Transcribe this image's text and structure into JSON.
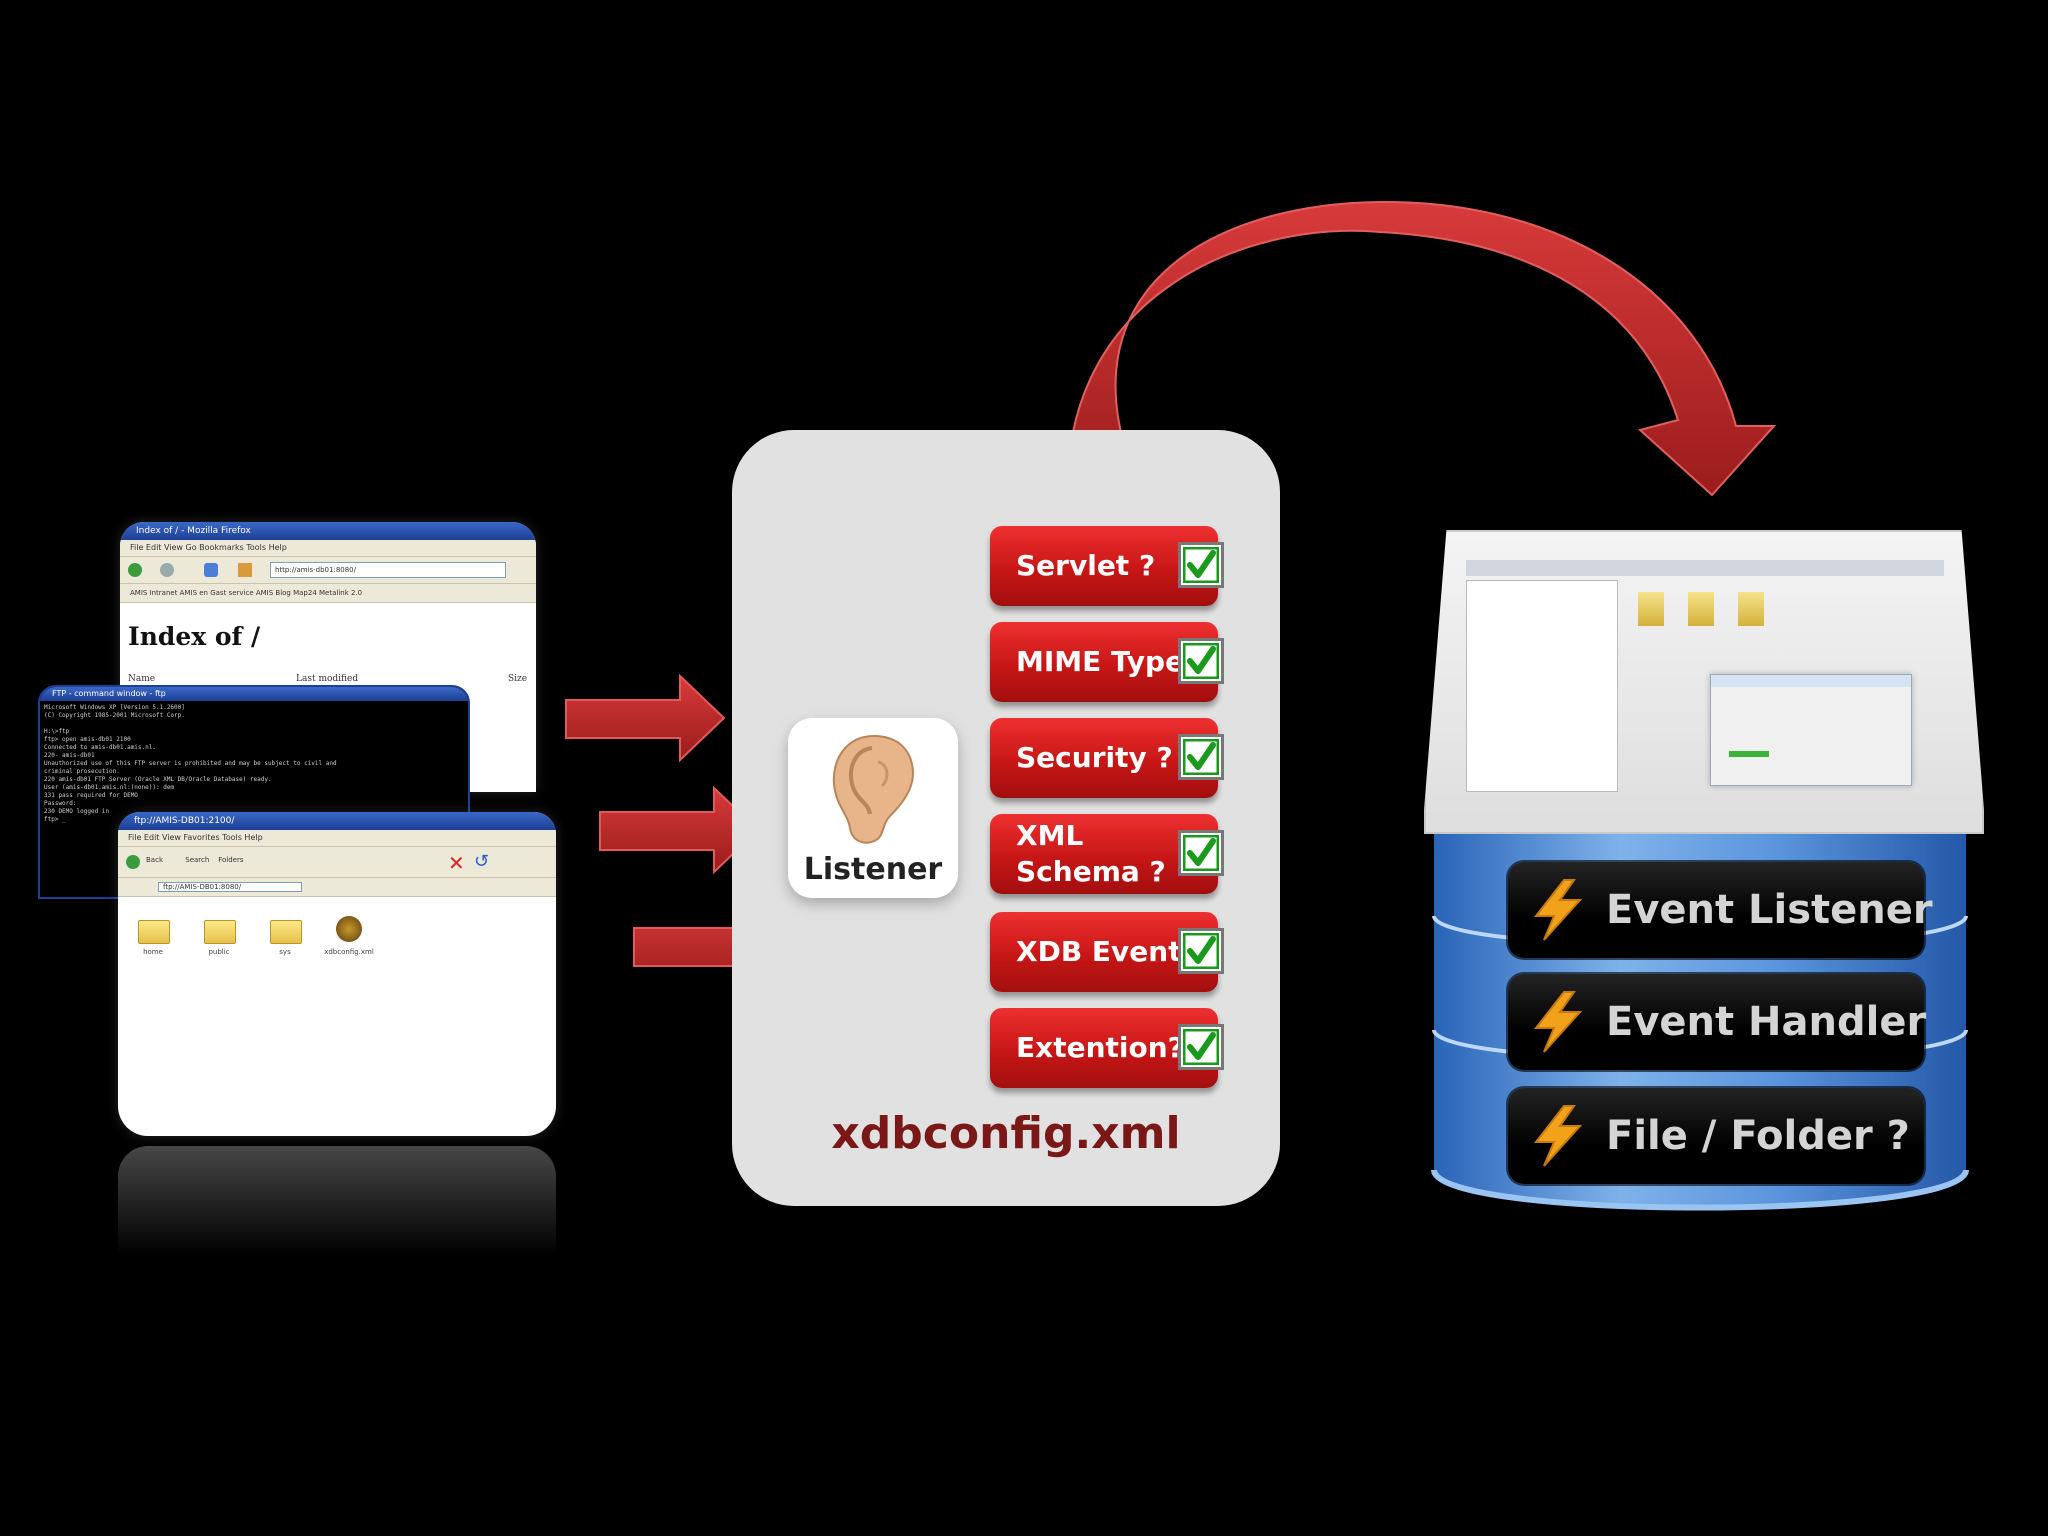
{
  "browser_window": {
    "title": "Index of / - Mozilla Firefox",
    "menu": "File   Edit   View   Go   Bookmarks   Tools   Help",
    "address": "http://amis-db01:8080/",
    "bookmarks": "AMIS Intranet   AMIS en Gast service   AMIS Blog   Map24   Metalink 2.0",
    "page_heading": "Index of /",
    "col_name": "Name",
    "col_modified": "Last modified",
    "col_size": "Size"
  },
  "cmd_window": {
    "title": "FTP - command window - ftp",
    "lines": [
      "Microsoft Windows XP [Version 5.1.2600]",
      "(C) Copyright 1985-2001 Microsoft Corp.",
      "",
      "H:\\>ftp",
      "ftp> open amis-db01 2100",
      "Connected to amis-db01.amis.nl.",
      "220- amis-db01",
      "Unauthorized use of this FTP server is prohibited and may be subject to civil and",
      "criminal prosecution.",
      "220 amis-db01 FTP Server (Oracle XML DB/Oracle Database) ready.",
      "User (amis-db01.amis.nl:(none)): dem",
      "331 pass required for DEMO",
      "Password:",
      "230 DEMO logged in",
      "ftp> _"
    ]
  },
  "explorer_window": {
    "title": "ftp://AMIS-DB01:2100/",
    "menu": "File   Edit   View   Favorites   Tools   Help",
    "toolbar": "Back          Search    Folders",
    "address": "ftp://AMIS-DB01:8080/",
    "files": [
      "home",
      "public",
      "sys",
      "xdbconfig.xml"
    ]
  },
  "config": {
    "listener_label": "Listener",
    "items": [
      "Servlet ?",
      "MIME Type?",
      "Security ?",
      "XML\nSchema ?",
      "XDB Event ?",
      "Extention?"
    ],
    "file_label": "xdbconfig.xml"
  },
  "database": {
    "layers": [
      "Event Listener",
      "Event Handler",
      "File / Folder ?"
    ]
  },
  "colors": {
    "background": "#000000",
    "card": "#e1e1e1",
    "item_red": "#c71616",
    "arrow_red": "#c0272d",
    "check_green": "#1a9a1a",
    "db_blue": "#3a7fd0",
    "file_label": "#7a1818"
  }
}
